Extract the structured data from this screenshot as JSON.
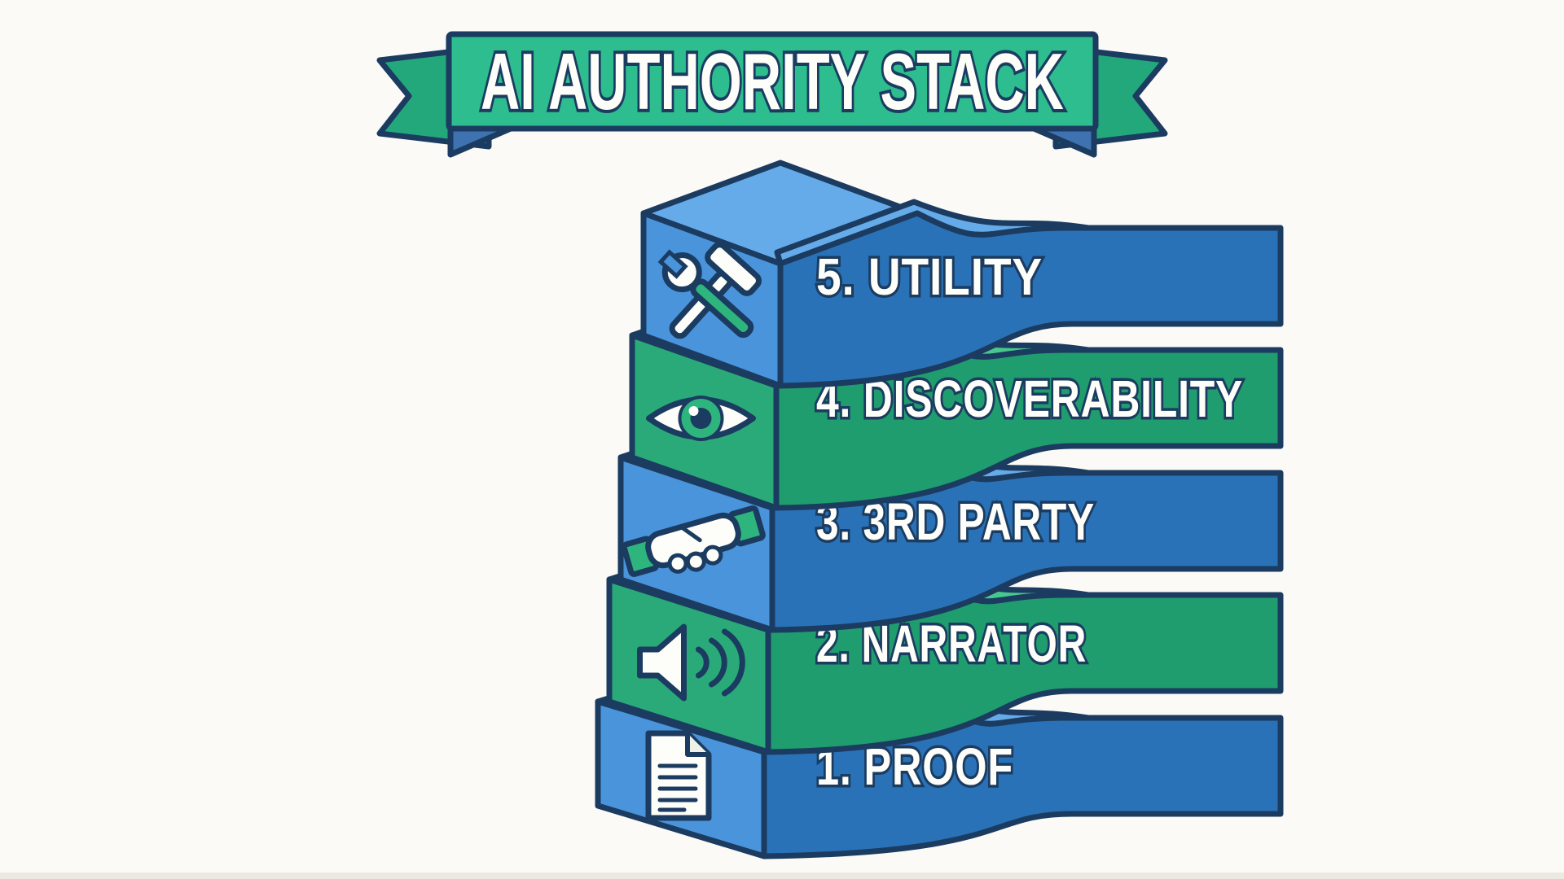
{
  "banner": {
    "title": "AI AUTHORITY STACK"
  },
  "layers": [
    {
      "number": "5",
      "label": "5. UTILITY",
      "scheme": "blue",
      "icon": "tools-icon",
      "slug": "utility"
    },
    {
      "number": "4",
      "label": "4. DISCOVERABILITY",
      "scheme": "green",
      "icon": "eye-icon",
      "slug": "discoverability"
    },
    {
      "number": "3",
      "label": "3. 3RD PARTY",
      "scheme": "blue",
      "icon": "handshake-icon",
      "slug": "third-party"
    },
    {
      "number": "2",
      "label": "2. NARRATOR",
      "scheme": "green",
      "icon": "speaker-icon",
      "slug": "narrator"
    },
    {
      "number": "1",
      "label": "1. PROOF",
      "scheme": "blue",
      "icon": "document-icon",
      "slug": "proof"
    }
  ],
  "colors": {
    "background": "#fbfaf7",
    "outline_navy": "#1b3c60",
    "text_white": "#fdfdfa",
    "blue_top": "#66abe9",
    "blue_side": "#4a94dc",
    "blue_band": "#2a72b7",
    "green_top": "#47c88d",
    "green_side": "#2aaa79",
    "green_band": "#1f9d6e",
    "title_banner_green": "#2dbd8e",
    "title_tail_green": "#23a87c",
    "title_fold_blue": "#3f72b0",
    "icon_accent_green": "#2eb57d"
  }
}
